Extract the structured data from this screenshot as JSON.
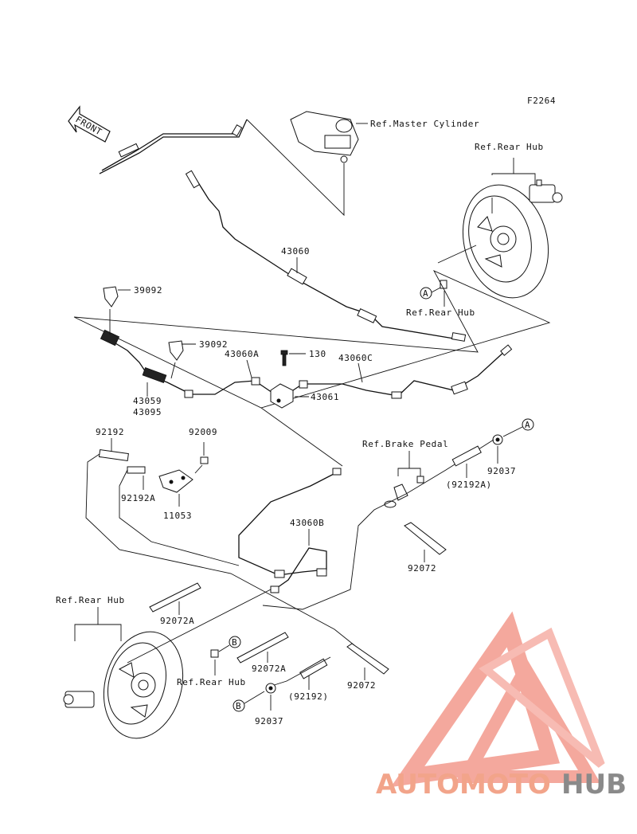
{
  "figure_code": "F2264",
  "front_arrow_text": "FRONT",
  "callouts": {
    "ref_master_cylinder": "Ref.Master Cylinder",
    "ref_rear_hub_top": "Ref.Rear Hub",
    "ref_rear_hub_mid": "Ref.Rear Hub",
    "ref_rear_hub_bottom_left": "Ref.Rear Hub",
    "ref_rear_hub_bottom_mid": "Ref.Rear Hub",
    "ref_brake_pedal": "Ref.Brake Pedal"
  },
  "part_numbers": {
    "p43060": "43060",
    "p39092_top": "39092",
    "p39092_mid": "39092",
    "p43060A": "43060A",
    "p130": "130",
    "p43060C": "43060C",
    "p43061": "43061",
    "p43059": "43059",
    "p43095": "43095",
    "p92192": "92192",
    "p92009": "92009",
    "p92192A": "92192A",
    "p11053": "11053",
    "p92192A_paren": "(92192A)",
    "p92037_top": "92037",
    "p43060B": "43060B",
    "p92072_right": "92072",
    "p92072A_left": "92072A",
    "p92072A_bottom": "92072A",
    "p92192_paren": "(92192)",
    "p92072_bottom": "92072",
    "p92037_bottom": "92037"
  },
  "markers": {
    "a_top": "A",
    "a_mid": "A",
    "b_top": "B",
    "b_bottom": "B"
  },
  "watermark": {
    "part1": "AUTOMOTO",
    "part2": "HUB",
    "color_primary": "#f08070",
    "color_secondary": "#8a8a8a"
  }
}
